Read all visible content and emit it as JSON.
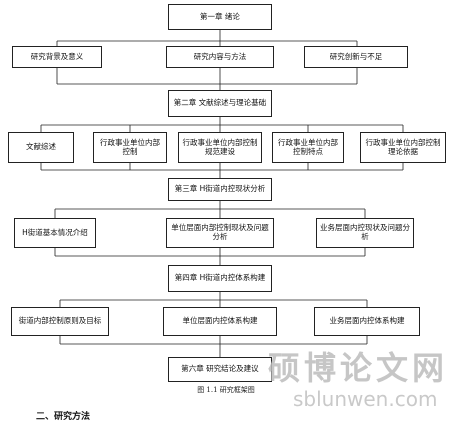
{
  "diagram": {
    "ch1": "第一章 绪论",
    "ch1_children": [
      "研究背景及意义",
      "研究内容与方法",
      "研究创新与不足"
    ],
    "ch2": "第二章 文献综述与理论基础",
    "ch2_children": [
      "文献综述",
      "行政事业单位内部控制",
      "行政事业单位内部控制规范建设",
      "行政事业单位内部控制特点",
      "行政事业单位内部控制理论依据"
    ],
    "ch3": "第三章 H街道内控现状分析",
    "ch3_children": [
      "H街道基本情况介绍",
      "单位层面内部控制现状及问题分析",
      "业务层面内控现状及问题分析"
    ],
    "ch4": "第四章 H街道内控体系构建",
    "ch4_children": [
      "街道内部控制原则及目标",
      "单位层面内控体系构建",
      "业务层面内控体系构建"
    ],
    "ch6": "第六章 研究结论及建议"
  },
  "caption": "图 1.1 研究框架图",
  "watermark": {
    "text": "硕博论文网",
    "url": "sblunwen.com"
  },
  "section_heading": "二、研究方法"
}
